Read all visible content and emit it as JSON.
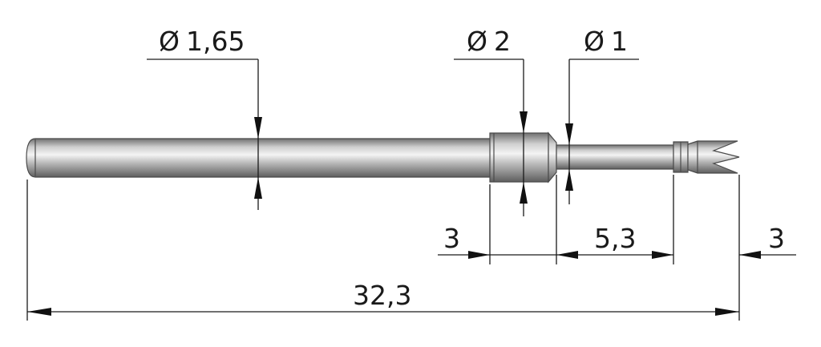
{
  "diameters": {
    "shank": "1,65",
    "collar": "2",
    "tip": "1",
    "symbol": "Ø"
  },
  "lengths": {
    "collar": "3",
    "neck": "5,3",
    "crown": "3",
    "total": "32,3"
  },
  "colors": {
    "metal_dark": "#6f6f6f",
    "metal_mid": "#b9b9b9",
    "metal_light": "#f2f2f2",
    "line": "#1a1a1a"
  }
}
